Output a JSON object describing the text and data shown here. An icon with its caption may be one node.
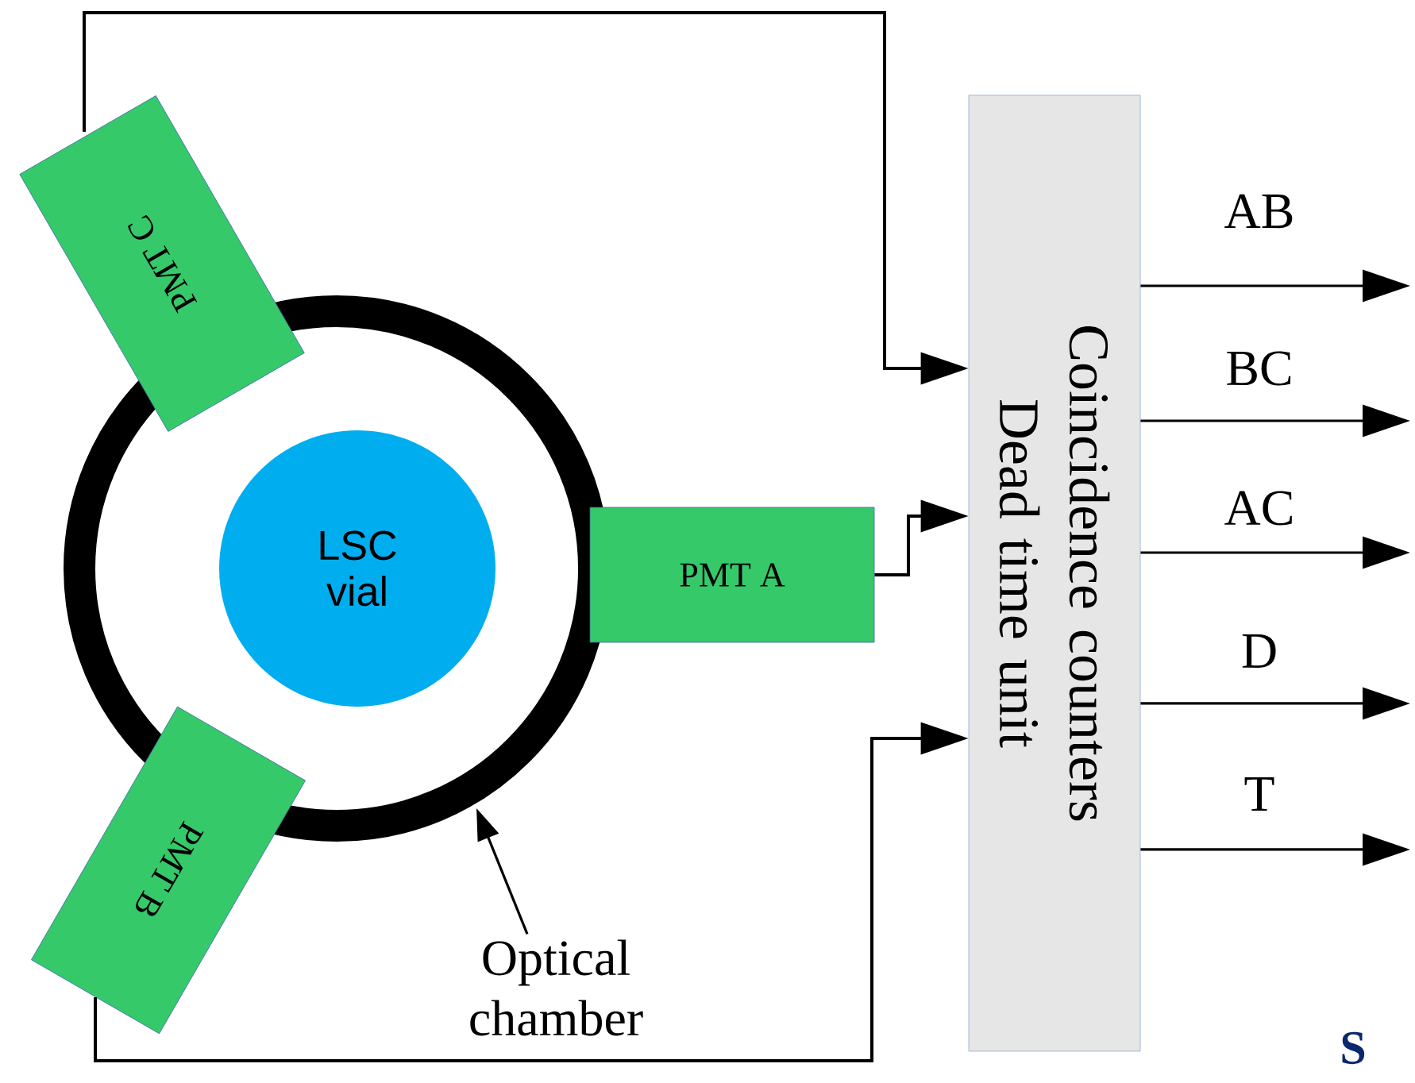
{
  "diagram": {
    "nodes": [
      {
        "text": [],
        "shape": "circle"
      },
      {
        "text": [
          "LSC vial"
        ],
        "in": 0
      },
      {
        "text": [
          "PMT C"
        ]
      },
      {
        "text": [
          "PMT A"
        ]
      },
      {
        "text": [
          "PMT B"
        ]
      },
      {
        "text": [
          "Coincidence counters Dead time unit"
        ]
      },
      {
        "text": [
          "Optical chamber"
        ]
      }
    ],
    "edges": [
      {
        "from": 2,
        "to": 5,
        "arrow": "to"
      },
      {
        "from": 3,
        "to": 5,
        "arrow": "to"
      },
      {
        "from": 4,
        "to": 5,
        "arrow": "to"
      },
      {
        "from": 5,
        "to": null,
        "arrow": "to",
        "label": "AB"
      },
      {
        "from": 5,
        "to": null,
        "arrow": "to",
        "label": "BC"
      },
      {
        "from": 5,
        "to": null,
        "arrow": "to",
        "label": "AC"
      },
      {
        "from": 5,
        "to": null,
        "arrow": "to",
        "label": "D"
      },
      {
        "from": 5,
        "to": null,
        "arrow": "to",
        "label": "T"
      },
      {
        "from": 6,
        "to": 0,
        "arrow": "to"
      }
    ],
    "labels": [
      "S"
    ]
  }
}
